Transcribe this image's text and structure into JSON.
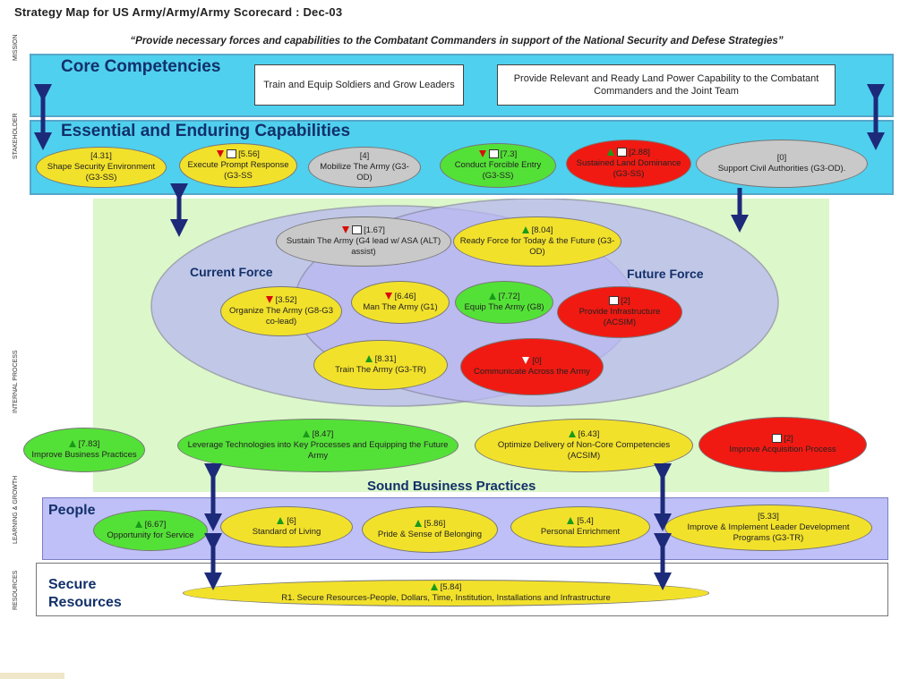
{
  "title": "Strategy Map for US Army/Army/Army Scorecard : Dec-03",
  "mission": "“Provide necessary forces and capabilities to the Combatant Commanders in support of the National Security and Defese Strategies”",
  "side_labels": {
    "mission": "MISSION",
    "stakeholder": "STAKEHOLDER",
    "internal": "INTERNAL PROCESS",
    "learning": "LEARNING & GROWTH",
    "resources": "RESOURCES"
  },
  "core": {
    "heading": "Core Competencies",
    "box1": "Train and Equip Soldiers and Grow Leaders",
    "box2": "Provide Relevant and Ready Land Power Capability to the Combatant Commanders and the Joint Team"
  },
  "essential": {
    "heading": "Essential and Enduring Capabilities",
    "items": [
      {
        "score": "[4.31]",
        "label": "Shape Security Environment (G3-SS)"
      },
      {
        "score": "[5.56]",
        "label": "Execute Prompt Response (G3-SS"
      },
      {
        "score": "[4]",
        "label": "Mobilize The Army (G3-OD)"
      },
      {
        "score": "[7.3]",
        "label": "Conduct Forcible Entry (G3-SS)"
      },
      {
        "score": "[2.88]",
        "label": "Sustained Land Dominance (G3-SS)"
      },
      {
        "score": "[0]",
        "label": "Support Civil Authorities (G3-OD)."
      }
    ]
  },
  "internal": {
    "current_force": "Current Force",
    "future_force": "Future Force",
    "items": [
      {
        "score": "[1.67]",
        "label": "Sustain The Army (G4 lead w/ ASA (ALT) assist)"
      },
      {
        "score": "[8.04]",
        "label": "Ready Force for Today & the Future (G3-OD)"
      },
      {
        "score": "[3.52]",
        "label": "Organize The Army (G8-G3 co-lead)"
      },
      {
        "score": "[6.46]",
        "label": "Man The Army (G1)"
      },
      {
        "score": "[7.72]",
        "label": "Equip The Army (G8)"
      },
      {
        "score": "[2]",
        "label": "Provide Infrastructure (ACSIM)"
      },
      {
        "score": "[8.31]",
        "label": "Train The Army (G3-TR)"
      },
      {
        "score": "[0]",
        "label": "Communicate Across the Army"
      }
    ]
  },
  "sound": {
    "items": [
      {
        "score": "[7.83]",
        "label": "Improve Business Practices"
      },
      {
        "score": "[8.47]",
        "label": "Leverage Technologies into Key Processes and Equipping the Future Army"
      },
      {
        "score": "[6.43]",
        "label": "Optimize Delivery of Non-Core Competencies (ACSIM)"
      },
      {
        "score": "[2]",
        "label": "Improve Acquisition Process"
      }
    ],
    "heading": "Sound Business Practices"
  },
  "people": {
    "heading": "People",
    "items": [
      {
        "score": "[6.67]",
        "label": "Opportunity for Service"
      },
      {
        "score": "[6]",
        "label": "Standard of Living"
      },
      {
        "score": "[5.86]",
        "label": "Pride & Sense of Belonging"
      },
      {
        "score": "[5.4]",
        "label": "Personal Enrichment"
      },
      {
        "score": "[5.33]",
        "label": "Improve & Implement Leader Development Programs (G3-TR)"
      }
    ]
  },
  "resources": {
    "heading_line1": "Secure",
    "heading_line2": "Resources",
    "item": {
      "score": "[5.84]",
      "label": "R1.  Secure Resources-People, Dollars, Time, Institution, Installations and Infrastructure"
    }
  },
  "colors": {
    "yellow": "#f2e12b",
    "green": "#54e137",
    "red": "#f01a12",
    "gray": "#c9c9c9",
    "band": "#4fd0ee",
    "navy": "#1d2a7a"
  }
}
